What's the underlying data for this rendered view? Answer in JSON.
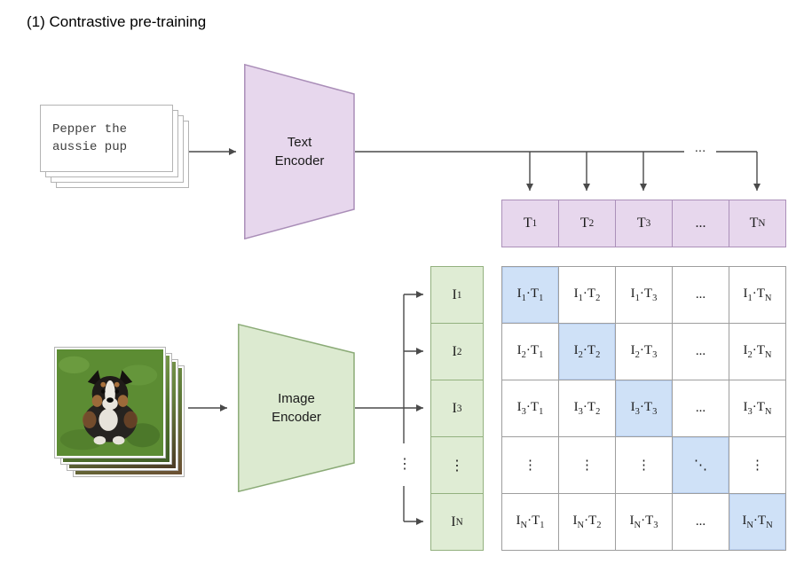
{
  "title": "(1) Contrastive pre-training",
  "text_input": "Pepper the\naussie pup",
  "text_encoder_label": "Text\nEncoder",
  "image_encoder_label": "Image\nEncoder",
  "ellipsis_top": "...",
  "vdots_connector": "⋮",
  "text_embeddings": [
    "T_1",
    "T_2",
    "T_3",
    "...",
    "T_N"
  ],
  "image_embeddings": [
    "I_1",
    "I_2",
    "I_3",
    "⋮",
    "I_N"
  ],
  "matrix": [
    [
      "I_1·T_1",
      "I_1·T_2",
      "I_1·T_3",
      "...",
      "I_1·T_N"
    ],
    [
      "I_2·T_1",
      "I_2·T_2",
      "I_2·T_3",
      "...",
      "I_2·T_N"
    ],
    [
      "I_3·T_1",
      "I_3·T_2",
      "I_3·T_3",
      "...",
      "I_3·T_N"
    ],
    [
      "⋮",
      "⋮",
      "⋮",
      "⋱",
      "⋮"
    ],
    [
      "I_N·T_1",
      "I_N·T_2",
      "I_N·T_3",
      "...",
      "I_N·T_N"
    ]
  ],
  "highlight_diagonal": true,
  "colors": {
    "purple_fill": "#e7d7ed",
    "purple_border": "#ab90b9",
    "green_fill": "#dfecd4",
    "green_border": "#93b17f",
    "blue_fill": "#cfe1f7",
    "blue_border": "#bcd2f2",
    "grid_border": "#9e9e9e",
    "arrow": "#4a4a4a"
  }
}
